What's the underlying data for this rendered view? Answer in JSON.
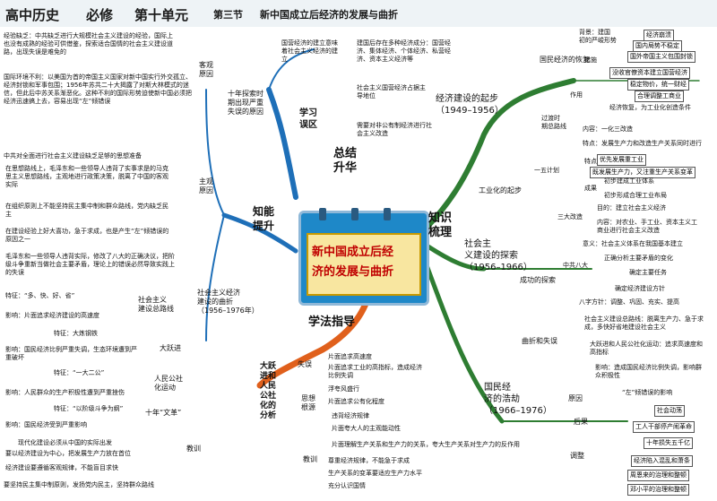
{
  "header": {
    "title1": "高中历史",
    "title2": "必修",
    "title3": "第十单元",
    "section": "第三节",
    "section_title": "新中国成立后经济的发展与曲折"
  },
  "center": {
    "line1": "新中国成立后经",
    "line2": "济的发展与曲折"
  },
  "colors": {
    "blue": "#1e6fb8",
    "green": "#2e7d32",
    "orange": "#e0601c",
    "red": "#c00000",
    "center_bg": "#7b3fa0",
    "header_bg": "#eef3f6"
  },
  "branches": {
    "summary": "总结\n升华",
    "knowledge": "知识\n梳理",
    "method": "学法指导",
    "ability": "知能\n提升",
    "study": "学习\n误区"
  },
  "left": {
    "shortage_intro": "经验缺乏：中共缺乏进行大规模社会主义建设的经验，国际上也没有成熟的经验可供借鉴，探索适合国情的社会主义建设道路，出现失误是难免的",
    "intl_env": "国际环境不利：以美国为首的帝国主义国家对新中国实行外交孤立、经济封锁和军事包围；1956年苏共二十大揭露了对斯大林模式的迷信，但此后中苏关系渐恶化。这种不利的国际形势迫使新中国必须把经济迅速搞上去，容易出现“左”倾错误",
    "objective": "客观\n原因",
    "ten_years": "十年探索时\n期出现严重\n失误的原因",
    "subjective": "主观\n原因",
    "party_think": "中共对全面进行社会主义建设缺乏足够的思想准备",
    "mao_ideas": "在思想路线上，毛泽东和一些领导人违背了实事求是的马克思主义思想路线，主观地进行政策决策，脱离了中国的客观实际",
    "org": "在组织原则上不能坚持民主集中制和群众路线，党内缺乏民主",
    "left_err": "在建设经验上好大喜功，急于求成，也是产生“左”倾错误的原因之一",
    "mao_class": "毛泽东和一些领导人违背实际，修改了八大的正确决议，把阶级斗争重新当做社会主要矛盾，理论上的错误必然导致实践上的失误",
    "feature": "特征：“多、快、好、省”",
    "main_line": "社会主义\n建设总路线",
    "influence1": "影响：片面追求经济建设的高速度",
    "twisty": "社会主义经济\n建设的曲折\n（1956–1976年）",
    "feature2": "特征：大炼钢铁",
    "great_leap": "大跃进",
    "influence2": "影响：国民经济比例严重失调，生态环境遭到严重破坏",
    "feature3": "特征：“一大二公”",
    "commune": "人民公社\n化运动",
    "influence3": "影响：人民群众的生产积极性遭到严重挫伤",
    "feature4": "特征：“以阶级斗争为纲”",
    "cultural": "十年“文革”",
    "influence4": "影响：国民经济受到严重影响",
    "lesson_title": "教训",
    "lesson1": "现代化建设必须从中国的实际出发",
    "lesson2": "要以经济建设为中心，把发展生产力放在首位",
    "lesson3": "经济建设要遵循客观规律，不能盲目求快",
    "lesson4": "要坚持民主集中制原则，发扬党内民主，坚持群众路线"
  },
  "study": {
    "q1": "国营经济的建立意味着社会主义经济的建立",
    "a1": "建国后存在多种经济成分：国营经济、集体经济、个体经济、私营经济、资本主义经济等",
    "a2": "社会主义国营经济占据主导地位",
    "a3": "需要对非公有制经济进行社会主义改造"
  },
  "method": {
    "title": "大跃\n进和\n人民\n公社\n化的\n分析",
    "mistake": "失误",
    "m1": "片面追求高速度",
    "m2": "片面追求工业的高指标，造成经济比例失调",
    "m3": "浮夸风盛行",
    "m4": "片面追求公有化程度",
    "root": "思想\n根源",
    "r1": "违背经济规律",
    "r2": "片面夸大人的主观能动性",
    "r3": "片面理解生产关系和生产力的关系，夸大生产关系对生产力的反作用",
    "lesson": "教训",
    "l1": "尊重经济规律，不能急于求成",
    "l2": "生产关系的变革要适应生产力水平",
    "l3": "充分认识国情"
  },
  "right": {
    "rise": "经济建设的起步\n（1949–1956）",
    "recovery": "国民经济的恢复",
    "bg": "背景：建国\n初的严峻形势",
    "bg1": "经济崩溃",
    "bg2": "国内局势不稳定",
    "bg3": "国外帝国主义包围封锁",
    "measures": "措施",
    "m1": "没收官僚资本建立国营经济",
    "m2": "稳定物价，统一财经",
    "m3": "合理调整工商业",
    "role": "作用",
    "role1": "经济恢复，为工业化创造条件",
    "transition": "过渡时\n期总路线",
    "t1": "内容：一化三改造",
    "t2": "特点：发展生产力和改造生产关系同时进行",
    "industrial": "工业化的起步",
    "fyp": "一五计划",
    "fyp_feature": "特点",
    "f1": "优先发展重工业",
    "f2": "既发展生产力，又注重生产关系变革",
    "result": "成果",
    "r1": "初步建成工业体系",
    "r2": "初步形成合理工业布局",
    "three": "三大改造",
    "three_goal": "目的：建立社会主义经济",
    "three_content": "内容：对农业、手工业、资本主义工商业进行社会主义改造",
    "three_meaning": "意义：社会主义体系在我国基本建立",
    "explore": "社会主\n义建设的探索\n（1956–1966）",
    "explore_success": "成功的探索",
    "eighth": "中共八大",
    "e1": "正确分析主要矛盾的变化",
    "e2": "确定主要任务",
    "e3": "确定经济建设方针",
    "eight_char": "八字方针：调整、巩固、充实、提高",
    "mistakes": "曲折和失误",
    "mis1": "社会主义建设总路线：脱离生产力、急于求成，多快好省地建设社会主义",
    "mis2": "大跃进和人民公社化运动：追求高速度和高指标",
    "mis3": "影响：造成国民经济比例失调，影响群众积极性",
    "setback": "国民经\n济的浩劫\n（1966–1976）",
    "cause": "原因",
    "c1": "“左”倾错误的影响",
    "consequence": "后果",
    "q1": "社会动荡",
    "q2": "工人干部停产闹革命",
    "q3": "十年损失五千亿",
    "adjust": "调整",
    "adj1": "经济陷入混乱和萧条",
    "adj2": "周恩来的治理和整顿",
    "adj3": "邓小平的治理和整顿"
  }
}
